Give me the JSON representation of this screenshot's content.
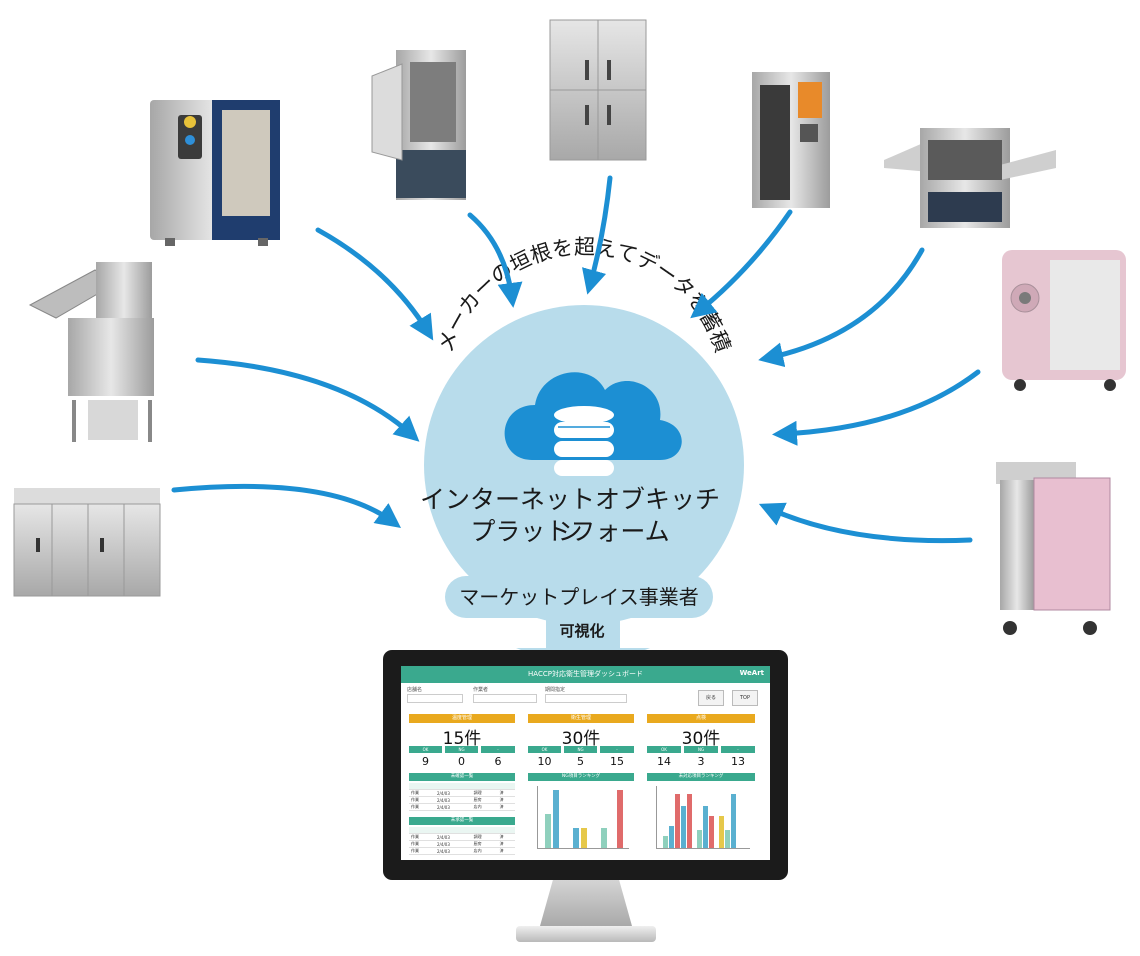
{
  "diagram": {
    "arc_caption": "メーカーの垣根を超えてデータを蓄積",
    "hub_label_line1": "インターネットオブキッチン",
    "hub_label_line2": "プラットフォーム",
    "marketplace_label": "マーケットプレイス事業者",
    "visualize_label": "可視化",
    "colors": {
      "hub": "#b8dceb",
      "cloud": "#1c8fd3",
      "arrow": "#1c8fd3",
      "accent_green": "#3aa98e",
      "accent_orange": "#e9a91e"
    },
    "icons": [
      "cloud-icon",
      "database-icon"
    ]
  },
  "dashboard": {
    "title": "HACCP対応衛生管理ダッシュボード",
    "logo": "WeArt",
    "filters": [
      "店舗名",
      "作業者",
      "期間指定"
    ],
    "buttons": [
      "戻る",
      "TOP"
    ],
    "cards": [
      {
        "header": "温度管理",
        "total": "15件",
        "labels": [
          "OK",
          "NG",
          "-"
        ],
        "values": [
          "9",
          "0",
          "6"
        ]
      },
      {
        "header": "衛生管理",
        "total": "30件",
        "labels": [
          "OK",
          "NG",
          "-"
        ],
        "values": [
          "10",
          "5",
          "15"
        ]
      },
      {
        "header": "点検",
        "total": "30件",
        "labels": [
          "OK",
          "NG",
          "-"
        ],
        "values": [
          "14",
          "3",
          "13"
        ]
      }
    ],
    "lists": [
      "未確認一覧",
      "未承認一覧"
    ],
    "table_rows": [
      [
        "作業",
        "2/4/03",
        "調理",
        "済"
      ],
      [
        "作業",
        "2/4/03",
        "厨房",
        "済"
      ],
      [
        "作業",
        "2/4/03",
        "店内",
        "済"
      ]
    ],
    "chart_headers": [
      "NG項目ランキング",
      "未対応項目ランキング"
    ]
  }
}
